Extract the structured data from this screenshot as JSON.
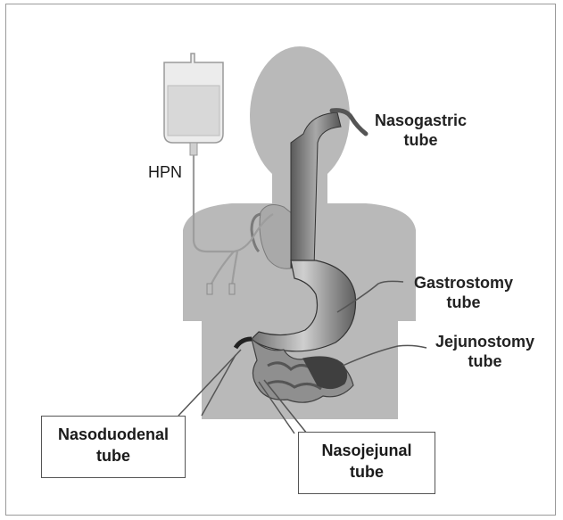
{
  "labels": {
    "hpn": "HPN",
    "nasogastric": [
      "Nasogastric",
      "tube"
    ],
    "gastrostomy": [
      "Gastrostomy",
      "tube"
    ],
    "jejunostomy": [
      "Jejunostomy",
      "tube"
    ],
    "nasoduodenal": [
      "Nasoduodenal",
      "tube"
    ],
    "nasojejunal": [
      "Nasojejunal",
      "tube"
    ]
  },
  "colors": {
    "body_silhouette": "#b9b9b9",
    "tube": "#5c5c5c",
    "organ_dark": "#4a4a4a",
    "bag": "#ececec"
  }
}
